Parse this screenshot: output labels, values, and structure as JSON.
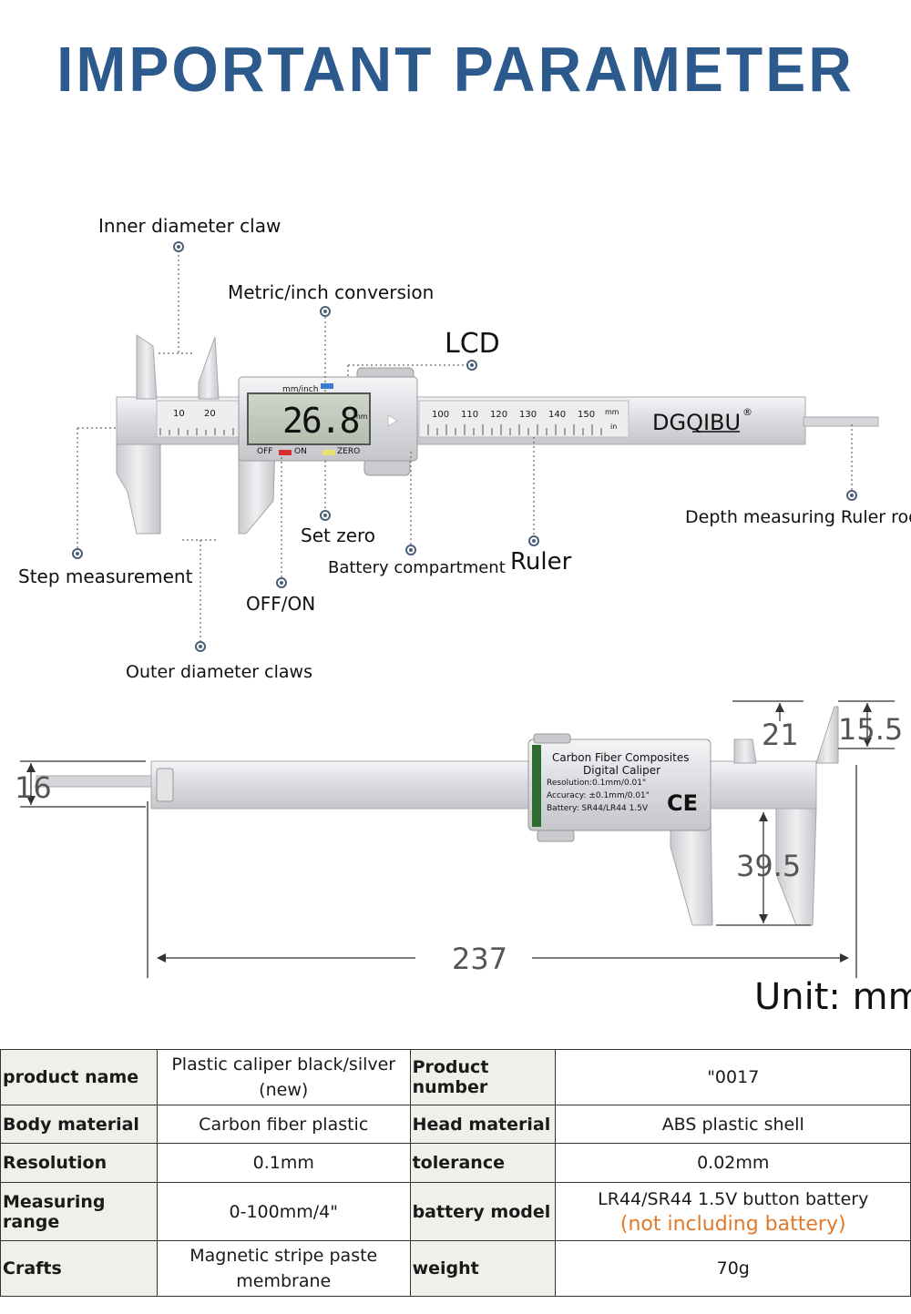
{
  "title": "IMPORTANT PARAMETER",
  "callouts": {
    "inner_diameter_claw": "Inner diameter claw",
    "metric_inch": "Metric/inch conversion",
    "lcd": "LCD",
    "step_measurement": "Step measurement",
    "set_zero": "Set zero",
    "battery_compartment": "Battery compartment",
    "ruler": "Ruler",
    "depth_rod": "Depth measuring Ruler rod",
    "off_on": "OFF/ON",
    "outer_claws": "Outer diameter claws"
  },
  "caliper_front": {
    "brand": "DGQIBU",
    "registered": "®",
    "display_value": "26.8",
    "display_unit": "mm",
    "display_header": "mm/inch",
    "btn_off": "OFF",
    "btn_on": "ON",
    "btn_zero": "ZERO",
    "scale_left": [
      "10",
      "20"
    ],
    "scale_right": [
      "100",
      "110",
      "120",
      "130",
      "140",
      "150"
    ],
    "scale_mm": "mm",
    "scale_in": "in"
  },
  "caliper_back": {
    "label_lines": [
      "Carbon Fiber Composites",
      "Digital Caliper",
      "Resolution:0.1mm/0.01\"",
      "Accuracy: ±0.1mm/0.01\"",
      "Battery: SR44/LR44 1.5V"
    ],
    "ce_mark": "CE"
  },
  "dimensions": {
    "d16": "16",
    "d21": "21",
    "d15_5": "15.5",
    "d39_5": "39.5",
    "d237": "237"
  },
  "unit": "Unit: mm",
  "specs": [
    {
      "k1": "product name",
      "v1": "Plastic caliper black/silver (new)",
      "k2": "Product number",
      "v2": "\"0017",
      "v2note": ""
    },
    {
      "k1": "Body material",
      "v1": "Carbon fiber plastic",
      "k2": "Head material",
      "v2": "ABS plastic shell",
      "v2note": ""
    },
    {
      "k1": "Resolution",
      "v1": "0.1mm",
      "k2": "tolerance",
      "v2": "0.02mm",
      "v2note": ""
    },
    {
      "k1": "Measuring range",
      "v1": "0-100mm/4\"",
      "k2": "battery model",
      "v2": "LR44/SR44 1.5V button battery",
      "v2note": "(not including battery)"
    },
    {
      "k1": "Crafts",
      "v1": "Magnetic stripe paste membrane",
      "k2": "weight",
      "v2": "70g",
      "v2note": ""
    }
  ],
  "colors": {
    "title": "#2c5a8c",
    "note": "#e07a2a",
    "key_bg": "#f0f0ea"
  }
}
